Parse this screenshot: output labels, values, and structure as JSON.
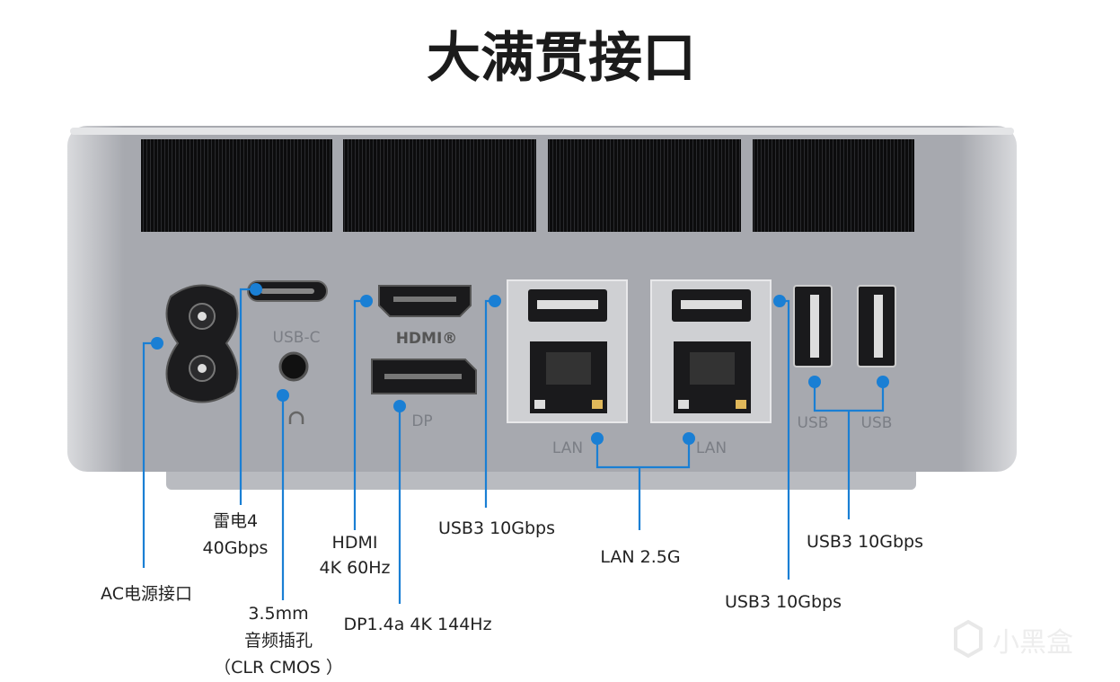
{
  "title": "大满贯接口",
  "colors": {
    "accent": "#1a7fd4",
    "chassis": "#a9abb1",
    "vent": "#0c0c0d"
  },
  "port_labels": {
    "usb_c": "USB-C",
    "hdmi_logo": "HDMI®",
    "dp": "DP",
    "lan_1": "LAN",
    "lan_2": "LAN",
    "usb_1": "USB",
    "usb_2": "USB"
  },
  "callouts": {
    "ac": "AC电源接口",
    "thunderbolt_1": "雷电4",
    "thunderbolt_2": "40Gbps",
    "audio_1": "3.5mm",
    "audio_2": "音频插孔",
    "audio_3": "（CLR CMOS ）",
    "hdmi_1": "HDMI",
    "hdmi_2": "4K 60Hz",
    "dp": "DP1.4a 4K 144Hz",
    "usb3_left": "USB3 10Gbps",
    "lan": "LAN 2.5G",
    "usb3_mid": "USB3 10Gbps",
    "usb3_right": "USB3 10Gbps"
  },
  "watermark": "小黑盒"
}
